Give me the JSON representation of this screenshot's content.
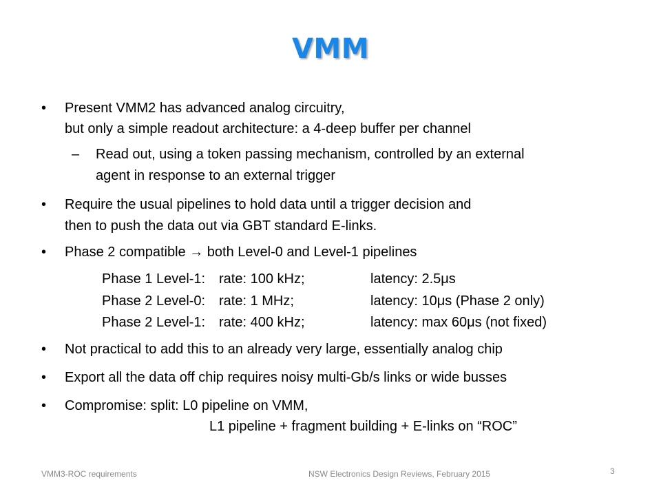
{
  "slide": {
    "title": "VMM",
    "bullets": {
      "b1_l1": "Present VMM2 has advanced analog circuitry,",
      "b1_l2": "but only a simple readout architecture: a 4-deep buffer per channel",
      "sub1_l1": "Read out, using a token passing mechanism, controlled by an external",
      "sub1_l2": "agent in response to an external trigger",
      "b2_l1": "Require the usual pipelines to hold data until a trigger decision and",
      "b2_l2": "then to push the data out via GBT standard E-links.",
      "b3_l1": "Phase 2 compatible → both Level-0 and Level-1 pipelines",
      "b4": "Not practical to add this to an already very large, essentially analog chip",
      "b5": "Export all the data off chip requires noisy multi-Gb/s links or wide busses",
      "b6_l1": "Compromise: split: L0 pipeline on VMM,",
      "b6_l2": "L1 pipeline + fragment building + E-links on “ROC”"
    },
    "bullet_char": "•",
    "dash_char": "–",
    "phase_table": [
      {
        "label": "Phase 1 Level-1:",
        "rate": "rate: 100 kHz;",
        "latency": "latency:  2.5μs"
      },
      {
        "label": "Phase 2 Level-0:",
        "rate": "rate: 1 MHz;",
        "latency": "latency:  10μs  (Phase 2 only)"
      },
      {
        "label": "Phase 2 Level-1:",
        "rate": "rate: 400 kHz;",
        "latency": "latency:   max 60μs (not fixed)"
      }
    ]
  },
  "footer": {
    "left": "VMM3-ROC requirements",
    "center": "NSW Electronics Design Reviews, February 2015",
    "page_number": "3"
  },
  "colors": {
    "title": "#1a87e8",
    "footer_text": "#8a8a8a"
  }
}
